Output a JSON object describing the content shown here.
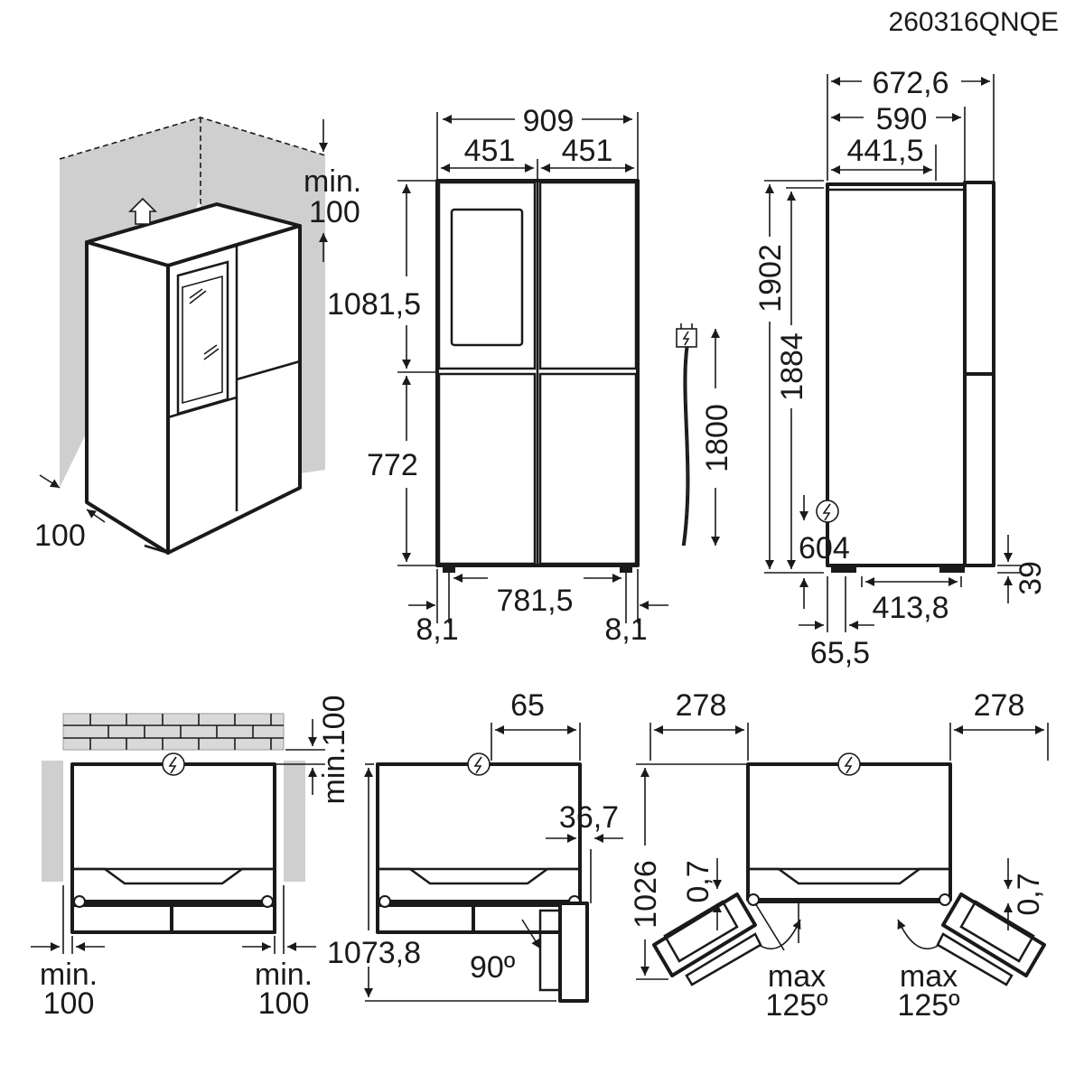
{
  "product_code": "260316QNQE",
  "perspective_view": {
    "top_clearance": [
      "min.",
      "100"
    ],
    "side_clearance": "100"
  },
  "front_view": {
    "overall_width": "909",
    "left_door_width": "451",
    "right_door_width": "451",
    "upper_door_height": "1081,5",
    "lower_door_height": "772",
    "foot_distance": "781,5",
    "left_foot_offset": "8,1",
    "right_foot_offset": "8,1"
  },
  "power_cord": {
    "length": "1800"
  },
  "side_view": {
    "total_depth": "672,6",
    "depth_without_handle": "590",
    "cabinet_depth": "441,5",
    "total_height": "1902",
    "cabinet_height": "1884",
    "socket_height": "604",
    "foot_height": "39",
    "foot_distance": "413,8",
    "rear_offset": "65,5"
  },
  "top_view_clearance": {
    "rear_clearance": "min.100",
    "left_clearance": [
      "min.",
      "100"
    ],
    "right_clearance": [
      "min.",
      "100"
    ]
  },
  "top_view_90": {
    "door_offset": "65",
    "door_projection": "36,7",
    "depth_with_door_open": "1073,8",
    "angle": "90º"
  },
  "top_view_125": {
    "left_door_swing": "278",
    "right_door_swing": "278",
    "depth_with_doors_open": "1026",
    "left_gap": "0,7",
    "right_gap": "0,7",
    "left_angle": [
      "max",
      "125º"
    ],
    "right_angle": [
      "max",
      "125º"
    ]
  }
}
